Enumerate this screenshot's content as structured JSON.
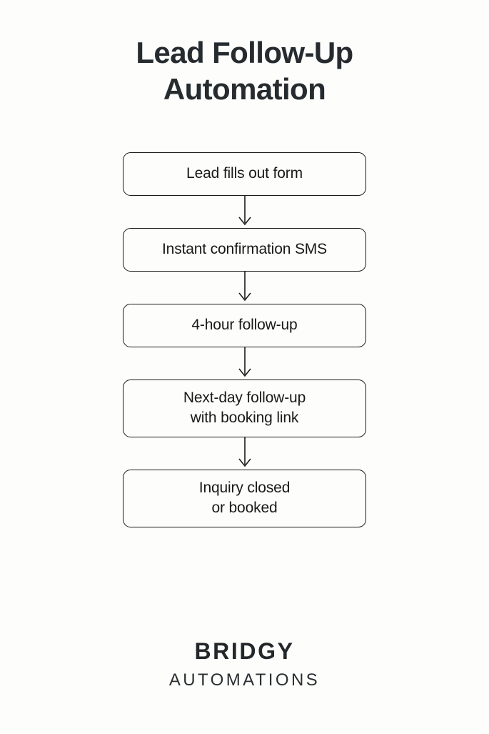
{
  "title": {
    "line1": "Lead Follow-Up",
    "line2": "Automation"
  },
  "flow": {
    "steps": [
      {
        "line1": "Lead fills out form",
        "line2": ""
      },
      {
        "line1": "Instant confirmation SMS",
        "line2": ""
      },
      {
        "line1": "4-hour follow-up",
        "line2": ""
      },
      {
        "line1": "Next-day follow-up",
        "line2": "with booking link"
      },
      {
        "line1": "Inquiry closed",
        "line2": "or booked"
      }
    ],
    "connector_icon": "arrow-down-icon"
  },
  "brand": {
    "name": "BRIDGY",
    "subtitle": "AUTOMATIONS"
  },
  "colors": {
    "background": "#fdfdfb",
    "title_text": "#252b2f",
    "node_border": "#1b1b1b",
    "node_text": "#191919",
    "brand_text": "#22272a"
  }
}
